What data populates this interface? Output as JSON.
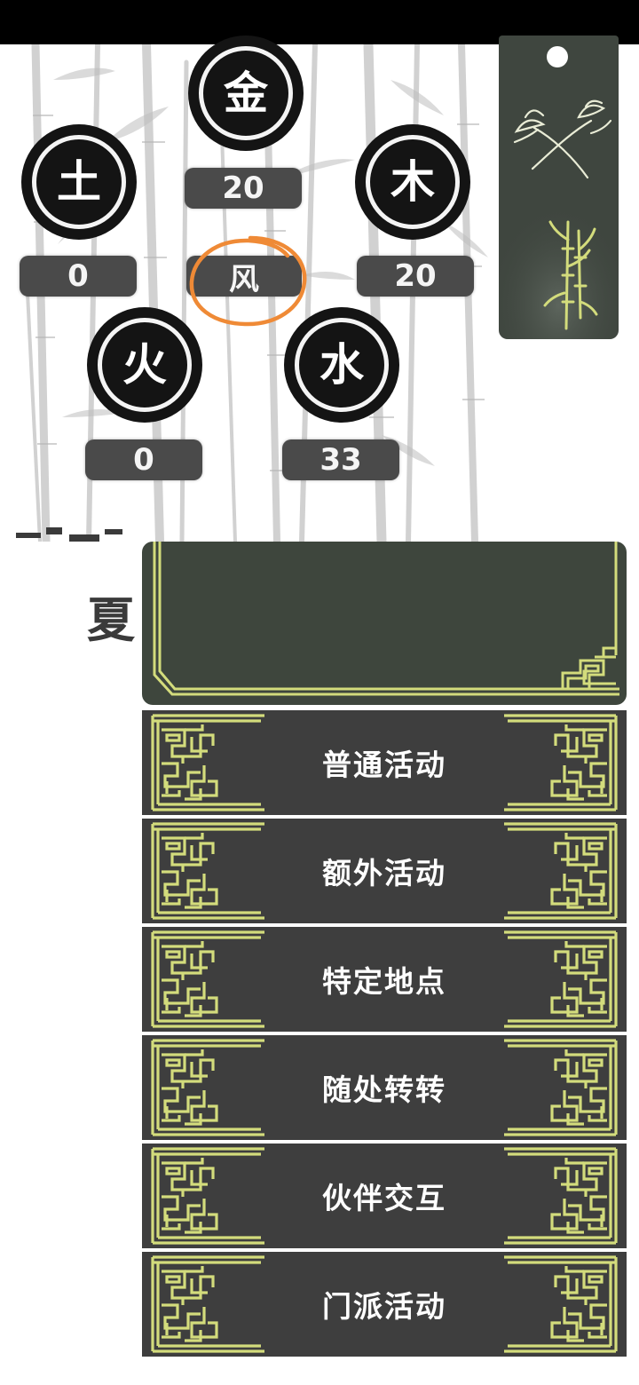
{
  "elements": {
    "metal": {
      "label": "金",
      "value": "20"
    },
    "earth": {
      "label": "土",
      "value": "0"
    },
    "wood": {
      "label": "木",
      "value": "20"
    },
    "fire": {
      "label": "火",
      "value": "0"
    },
    "water": {
      "label": "水",
      "value": "33"
    },
    "wind": {
      "label": "风"
    }
  },
  "season_label": "夏",
  "menu": [
    {
      "label": "普通活动"
    },
    {
      "label": "额外活动"
    },
    {
      "label": "特定地点"
    },
    {
      "label": "随处转转"
    },
    {
      "label": "伙伴交互"
    },
    {
      "label": "门派活动"
    }
  ],
  "colors": {
    "panel": "#3e3e3e",
    "ornament": "#d3dc7c",
    "badge": "#141414",
    "value_box": "#4a4a4a",
    "highlight_circle": "#ef8a36"
  }
}
